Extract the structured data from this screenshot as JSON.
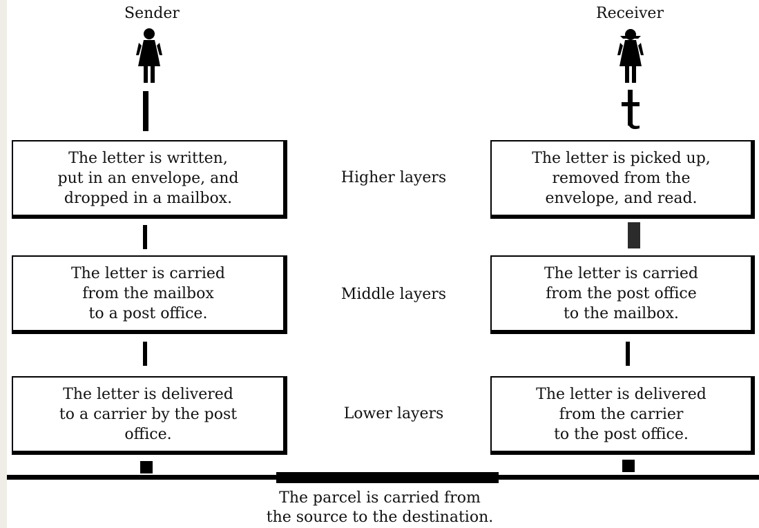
{
  "sender": {
    "label": "Sender",
    "higher": [
      "The letter is written,",
      "put in an envelope, and",
      "dropped in a mailbox."
    ],
    "middle": [
      "The letter is carried",
      "from the mailbox",
      "to a post office."
    ],
    "lower": [
      "The letter is delivered",
      "to a carrier by the post",
      "office."
    ]
  },
  "receiver": {
    "label": "Receiver",
    "higher": [
      "The letter is picked up,",
      "removed from the",
      "envelope, and read."
    ],
    "middle": [
      "The letter is carried",
      "from the post office",
      "to the mailbox."
    ],
    "lower": [
      "The letter is delivered",
      "from the carrier",
      "to the post office."
    ]
  },
  "layers": {
    "higher": "Higher layers",
    "middle": "Middle layers",
    "lower": "Lower layers"
  },
  "bottom": [
    "The parcel is carried from",
    "the source to the destination."
  ],
  "icons": {
    "sender_person": "person-icon",
    "receiver_person": "person-icon",
    "receiver_arrow": "t-glyph"
  }
}
